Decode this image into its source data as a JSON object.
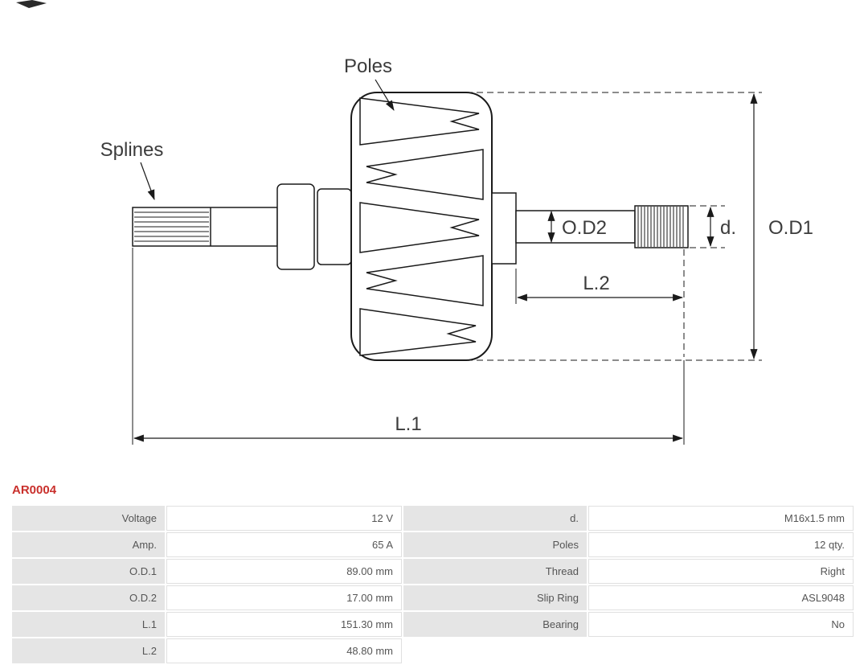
{
  "page": {
    "part_number": "AR0004"
  },
  "colors": {
    "part_number_red": "#c9302c",
    "table_label_bg": "#e5e5e5",
    "drawing_line": "#1a1a1a"
  },
  "diagram": {
    "callouts": {
      "poles": "Poles",
      "splines": "Splines"
    },
    "dimensions": {
      "od1": "O.D1",
      "od2": "O.D2",
      "l1": "L.1",
      "l2": "L.2",
      "d": "d."
    }
  },
  "table": {
    "rows": [
      {
        "label1": "Voltage",
        "value1": "12 V",
        "label2": "d.",
        "value2": "M16x1.5 mm"
      },
      {
        "label1": "Amp.",
        "value1": "65 A",
        "label2": "Poles",
        "value2": "12 qty."
      },
      {
        "label1": "O.D.1",
        "value1": "89.00 mm",
        "label2": "Thread",
        "value2": "Right"
      },
      {
        "label1": "O.D.2",
        "value1": "17.00 mm",
        "label2": "Slip Ring",
        "value2": "ASL9048"
      },
      {
        "label1": "L.1",
        "value1": "151.30 mm",
        "label2": "Bearing",
        "value2": "No"
      },
      {
        "label1": "L.2",
        "value1": "48.80 mm",
        "label2": "",
        "value2": ""
      }
    ]
  }
}
